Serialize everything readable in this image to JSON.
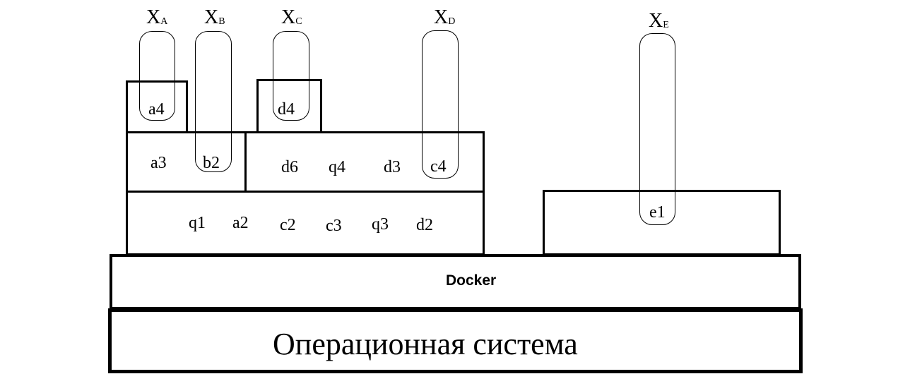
{
  "layers": {
    "docker_label": "Docker",
    "os_label": "Операционная система"
  },
  "top_labels": {
    "xa": {
      "base": "X",
      "sub": "A"
    },
    "xb": {
      "base": "X",
      "sub": "B"
    },
    "xc": {
      "base": "X",
      "sub": "C"
    },
    "xd": {
      "base": "X",
      "sub": "D"
    },
    "xe": {
      "base": "X",
      "sub": "E"
    }
  },
  "cells": {
    "a4": "a4",
    "d4": "d4",
    "a3": "a3",
    "b2": "b2",
    "d6": "d6",
    "q4": "q4",
    "d3": "d3",
    "c4": "c4",
    "q1": "q1",
    "a2": "a2",
    "c2": "c2",
    "c3": "c3",
    "q3": "q3",
    "d2": "d2",
    "e1": "e1"
  }
}
